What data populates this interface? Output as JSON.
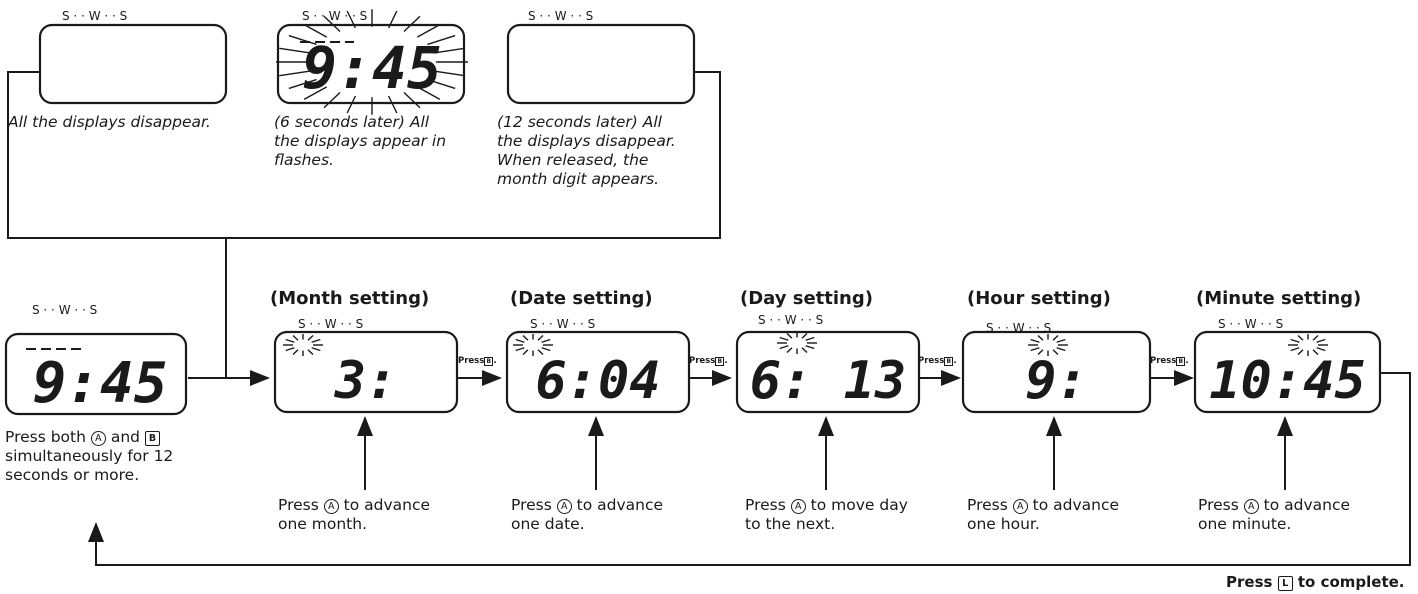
{
  "day_scale": "S  ·  ·  W  ·  ·  S",
  "top_row": {
    "display1_caption": "All the displays disappear.",
    "display2_time": "9:45",
    "display2_caption": [
      "(6 seconds later) All",
      "the displays appear in",
      "flashes."
    ],
    "display3_caption": [
      "(12 seconds later) All",
      "the displays disappear.",
      "When released, the",
      "month digit appears."
    ]
  },
  "start": {
    "time": "9:45",
    "caption": [
      "Press both",
      "and",
      "simultaneously for 12",
      "seconds or more."
    ],
    "button_a": "A",
    "button_b": "B"
  },
  "settings": [
    {
      "title": "(Month setting)",
      "digits": "3:",
      "caption": [
        "Press",
        "to advance",
        "one month."
      ]
    },
    {
      "title": "(Date setting)",
      "digits": "6:04",
      "caption": [
        "Press",
        "to advance",
        "one date."
      ]
    },
    {
      "title": "(Day setting)",
      "digits": "6: 13",
      "caption": [
        "Press",
        "to move day",
        "to the next."
      ]
    },
    {
      "title": "(Hour setting)",
      "digits": "9:",
      "caption": [
        "Press",
        "to advance",
        "one hour."
      ]
    },
    {
      "title": "(Minute setting)",
      "digits": "10:45",
      "caption": [
        "Press",
        "to advance",
        "one minute."
      ]
    }
  ],
  "press_b_label": "Press",
  "press_b_key": "B",
  "complete": {
    "pre": "Press",
    "key": "L",
    "post": "to complete."
  },
  "colors": {
    "ink": "#1a1a1a",
    "background": "#ffffff"
  }
}
